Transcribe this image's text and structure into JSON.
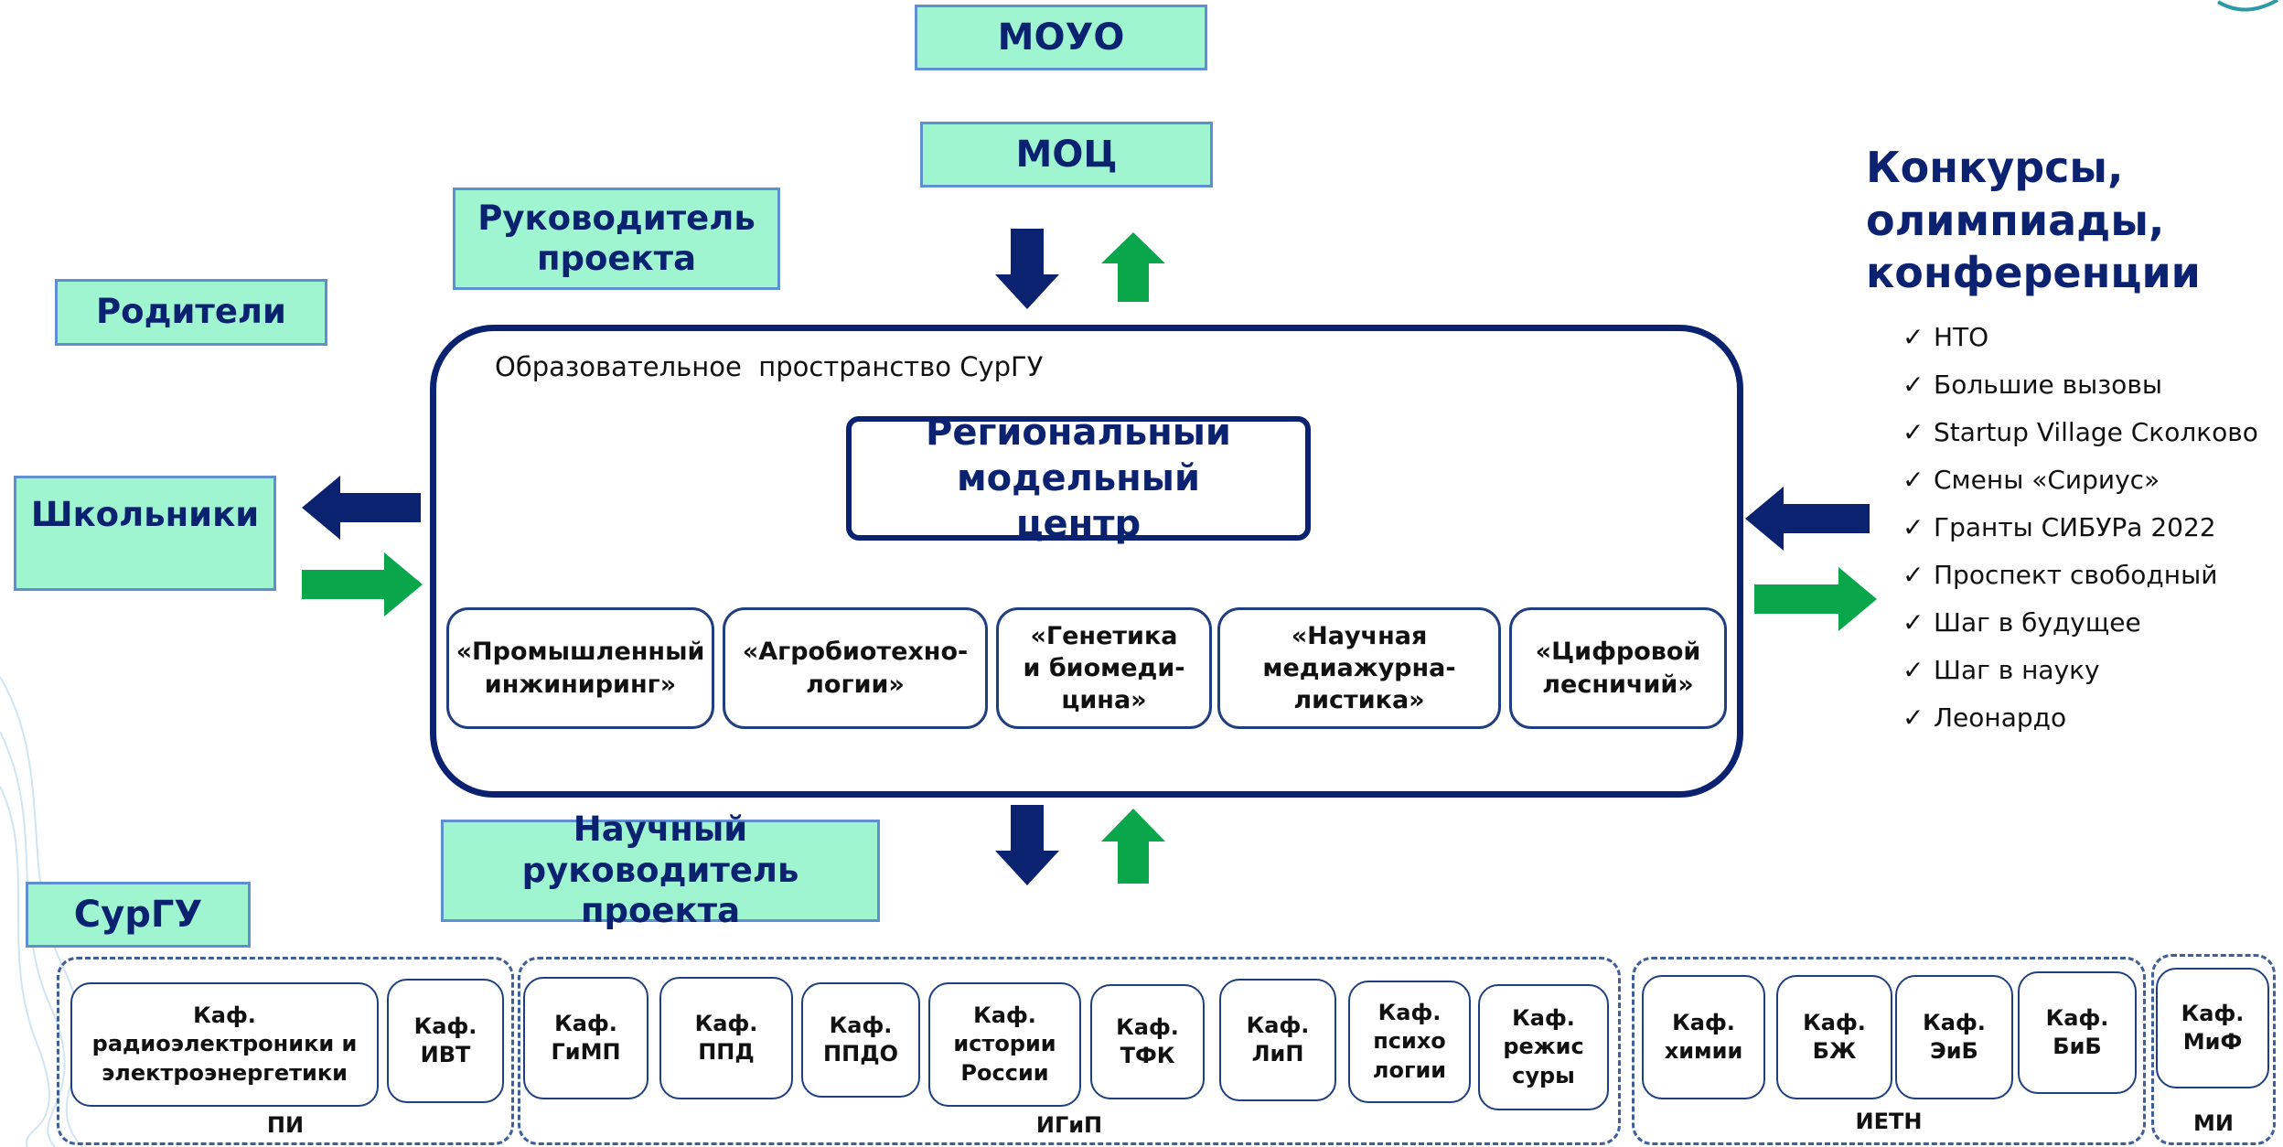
{
  "top": {
    "mouo": "МОУО",
    "moc": "МОЦ"
  },
  "side_boxes": {
    "project_leader": "Руководитель проекта",
    "parents": "Родители",
    "students": "Школьники",
    "science_leader": "Научный руководитель проекта",
    "surgu": "СурГУ"
  },
  "main": {
    "space_label": "Образовательное  пространство СурГУ",
    "center_title": "Региональный модельный центр",
    "directions": [
      "«Промышленный инжиниринг»",
      "«Агробиотехно-логии»",
      "«Генетика и биомеди-цина»",
      "«Научная медиажурна-листика»",
      "«Цифровой лесничий»"
    ]
  },
  "contests": {
    "title": "Конкурсы, олимпиады, конференции",
    "check_symbol": "✓",
    "items": [
      "НТО",
      "Большие вызовы",
      "Startup Village Сколково",
      "Смены «Сириус»",
      "Гранты СИБУРа 2022",
      "Проспект свободный",
      "Шаг в будущее",
      "Шаг в науку",
      "Леонардо"
    ]
  },
  "departments": {
    "groups": [
      {
        "label": "ПИ",
        "items": [
          "Каф. радиоэлектроники и электроэнергетики",
          "Каф. ИВТ"
        ]
      },
      {
        "label": "ИГиП",
        "items": [
          "Каф. ГиМП",
          "Каф. ППД",
          "Каф. ППДО",
          "Каф. истории России",
          "Каф. ТФК",
          "Каф. ЛиП",
          "Каф. психо логии",
          "Каф. режис суры"
        ]
      },
      {
        "label": "ИЕТН",
        "items": [
          "Каф. химии",
          "Каф. БЖ",
          "Каф. ЭиБ",
          "Каф. БиБ"
        ]
      },
      {
        "label": "МИ",
        "items": [
          "Каф. МиФ"
        ]
      }
    ]
  },
  "colors": {
    "navy": "#0b2270",
    "green": "#0aa64b",
    "box_fill": "#a0f5d1"
  }
}
